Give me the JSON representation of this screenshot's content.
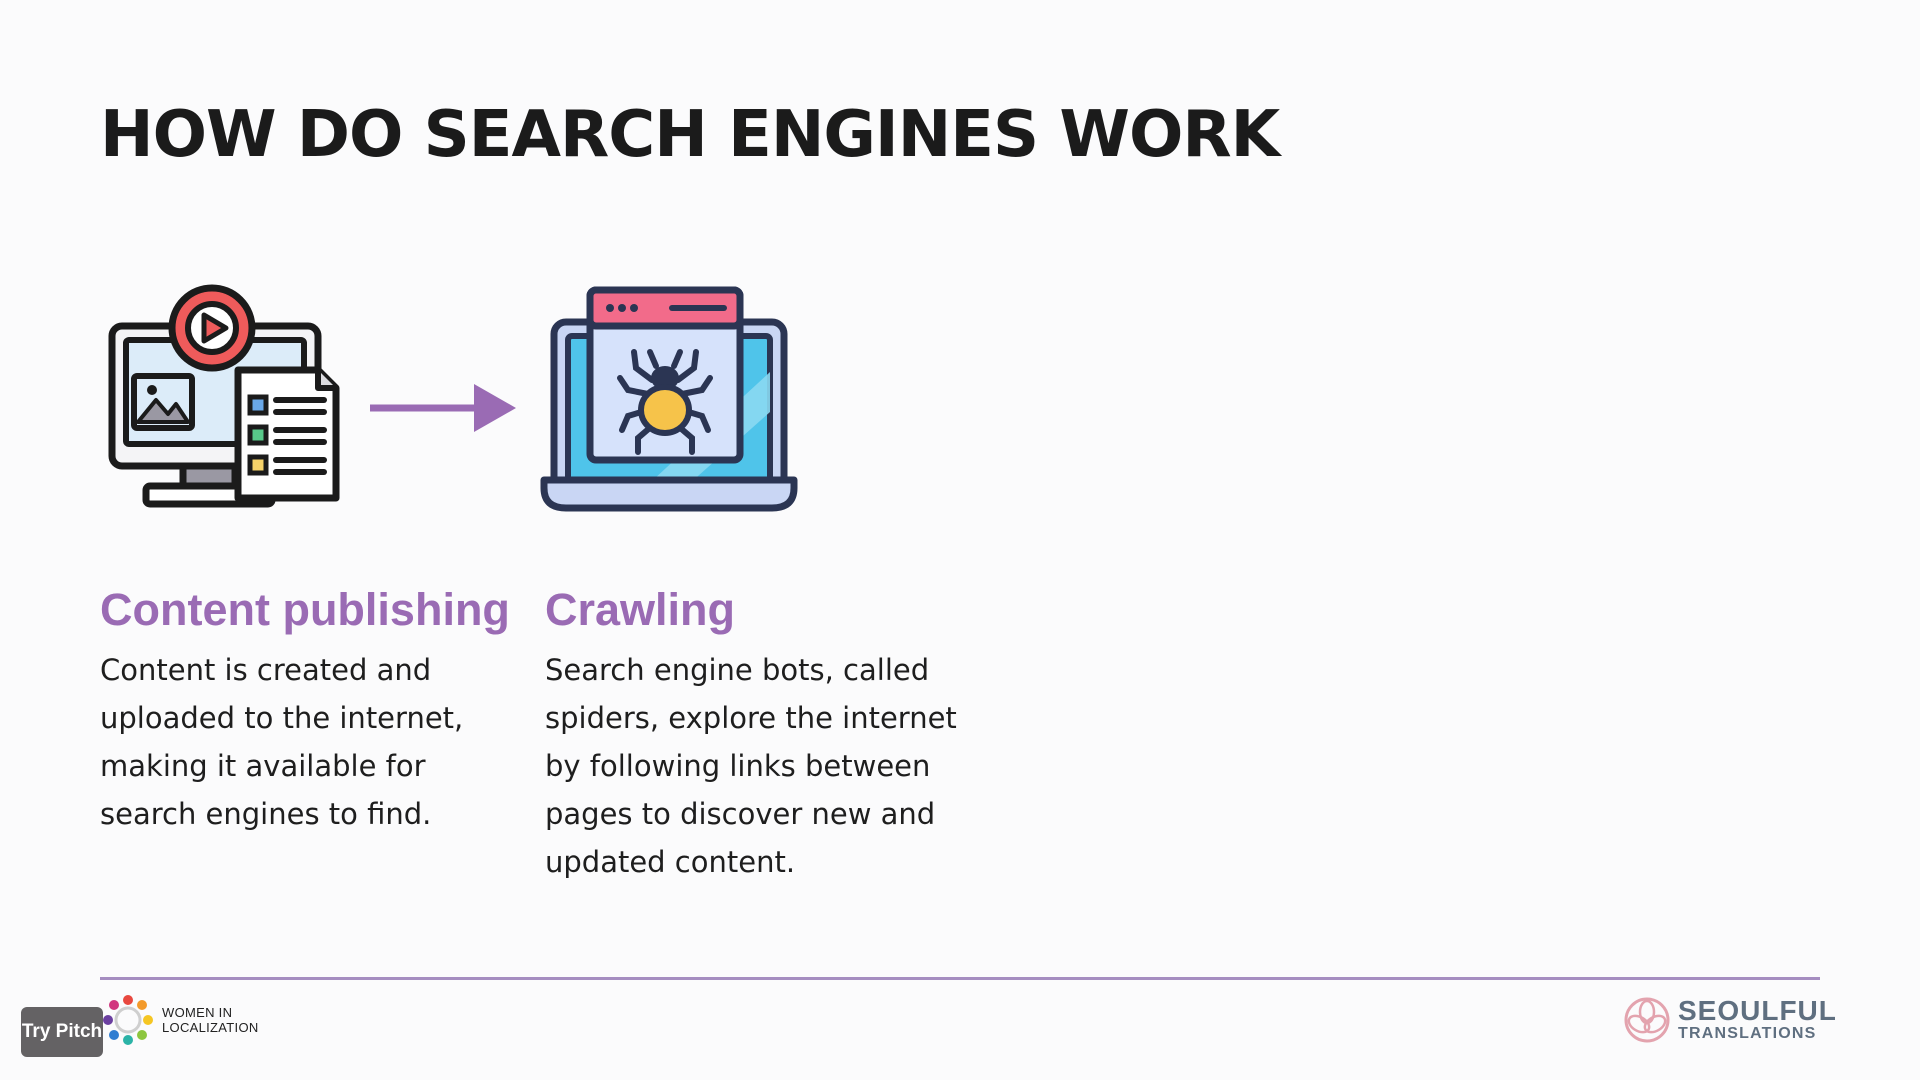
{
  "slide": {
    "title": "HOW DO SEARCH ENGINES WORK",
    "accent_color": "#9a6bb4",
    "divider_color": "#a58dc0",
    "steps": [
      {
        "title": "Content publishing",
        "text": "Content is created and uploaded to the internet, making it available for search engines to find.",
        "icon": "monitor-media-document-icon"
      },
      {
        "title": "Crawling",
        "text": "Search engine bots, called spiders, explore the internet by following links between pages to discover new and updated content.",
        "icon": "laptop-spider-icon"
      }
    ],
    "connector_icon": "arrow-right-icon"
  },
  "footer": {
    "try_pitch_label": "Try Pitch",
    "partner_logo": {
      "line1": "WOMEN IN",
      "line2": "LOCALIZATION"
    },
    "brand_logo": {
      "name": "SEOULFUL",
      "sub": "TRANSLATIONS"
    }
  }
}
